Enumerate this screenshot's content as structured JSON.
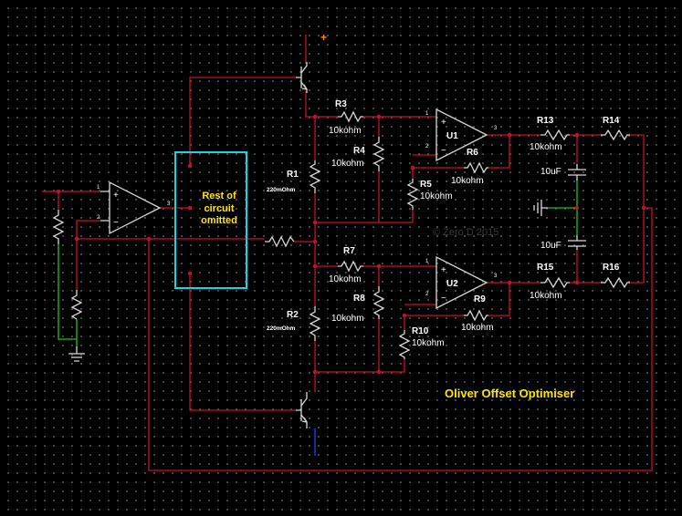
{
  "title": "Oliver Offset Optimiser",
  "watermark": "© Zero D 2015",
  "supply_label": "+",
  "box_text": [
    "Rest of",
    "circuit",
    "omitted"
  ],
  "opamps": [
    {
      "name": "U1",
      "plus": "+",
      "minus": "−",
      "pin1": "1",
      "pin2": "2",
      "pin3": "3"
    },
    {
      "name": "U2",
      "plus": "+",
      "minus": "−",
      "pin1": "1",
      "pin2": "2",
      "pin3": "3"
    },
    {
      "name": "",
      "plus": "+",
      "minus": "−",
      "pin1": "1",
      "pin2": "2",
      "pin3": "3"
    }
  ],
  "resistors": [
    {
      "ref": "R1",
      "value": "220mOhm"
    },
    {
      "ref": "R2",
      "value": "220mOhm"
    },
    {
      "ref": "R3",
      "value": "10kohm"
    },
    {
      "ref": "R4",
      "value": "10kohm"
    },
    {
      "ref": "R5",
      "value": "10kohm"
    },
    {
      "ref": "R6",
      "value": "10kohm"
    },
    {
      "ref": "R7",
      "value": "10kohm"
    },
    {
      "ref": "R8",
      "value": "10kohm"
    },
    {
      "ref": "R9",
      "value": "10kohm"
    },
    {
      "ref": "R10",
      "value": "10kohm"
    },
    {
      "ref": "R13",
      "value": "10kohm"
    },
    {
      "ref": "R14",
      "value": ""
    },
    {
      "ref": "R15",
      "value": "10kohm"
    },
    {
      "ref": "R16",
      "value": ""
    }
  ],
  "capacitors": [
    {
      "value": "10uF"
    },
    {
      "value": "10uF"
    }
  ],
  "colors": {
    "background": "#000000",
    "wire": "#c8102e",
    "ground_wire": "#22c022",
    "emitter_wire": "#2a3cff",
    "component": "#d8d8d8",
    "box_outline": "#19d3e6",
    "annotation": "#ffe500",
    "supply_plus": "#ff8a00"
  }
}
